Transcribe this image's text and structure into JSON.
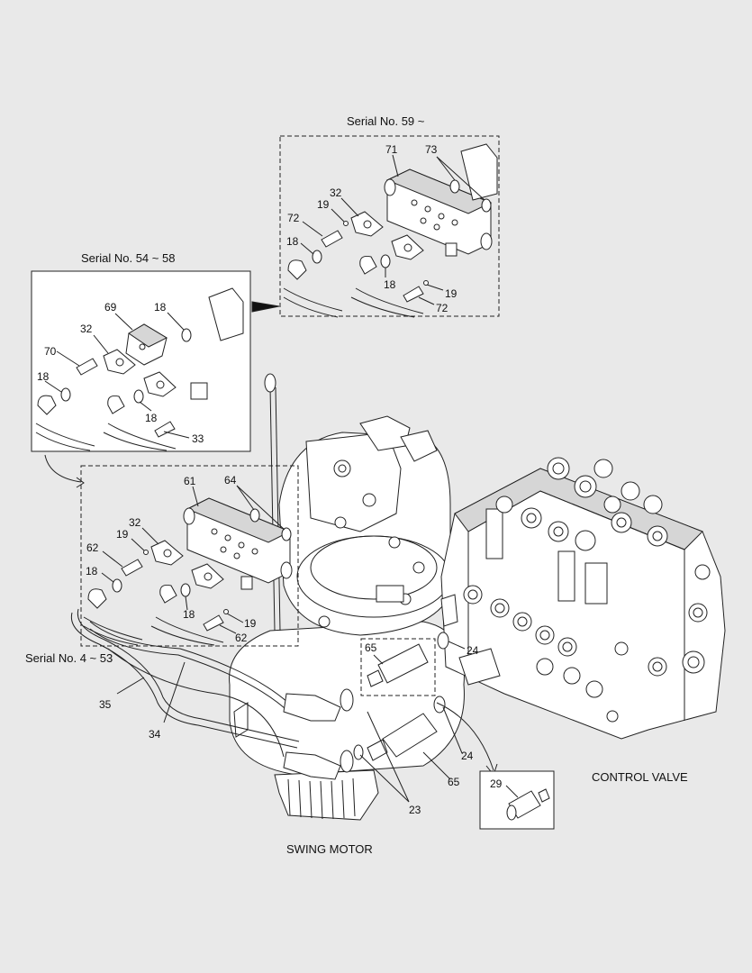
{
  "captions": {
    "serial_59": "Serial No. 59 ~",
    "serial_54_58": "Serial No. 54 ~  58",
    "serial_4_53": "Serial No. 4 ~ 53",
    "control_valve": "CONTROL VALVE",
    "swing_motor": "SWING MOTOR"
  },
  "labels": {
    "box59": {
      "l71": "71",
      "l73": "73",
      "l32": "32",
      "l19a": "19",
      "l72a": "72",
      "l18a": "18",
      "l18b": "18",
      "l19b": "19",
      "l72b": "72"
    },
    "box54": {
      "l69": "69",
      "l18a": "18",
      "l32": "32",
      "l70": "70",
      "l18b": "18",
      "l18c": "18",
      "l33": "33"
    },
    "box4": {
      "l61": "61",
      "l64": "64",
      "l32": "32",
      "l19a": "19",
      "l62a": "62",
      "l18a": "18",
      "l18b": "18",
      "l19b": "19",
      "l62b": "62"
    },
    "main": {
      "l65a": "65",
      "l24a": "24",
      "l35": "35",
      "l34": "34",
      "l24b": "24",
      "l65b": "65",
      "l23": "23",
      "l29": "29"
    }
  },
  "colors": {
    "background": "#e9e9e9",
    "line": "#222222",
    "part_fill": "#ffffff",
    "shade": "#d6d6d6"
  }
}
